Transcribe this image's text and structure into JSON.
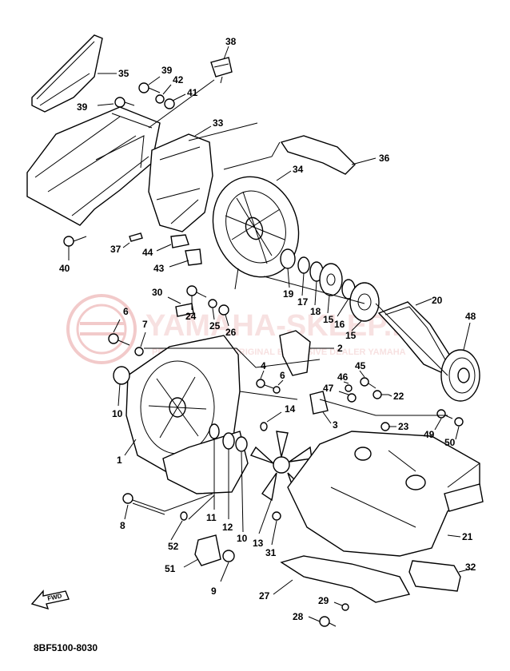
{
  "watermark": {
    "brand": "YAMAHA-SKLEP.PL",
    "tagline": "PRODUCTS FROM ORIGINAL EXCLUSIVE DEALER YAMAHA",
    "color": "#e8a0a0"
  },
  "fwd_label": "FWD",
  "diagram_code": "8BF5100-8030",
  "callouts": [
    {
      "id": "38",
      "text": "38"
    },
    {
      "id": "35",
      "text": "35"
    },
    {
      "id": "39a",
      "text": "39"
    },
    {
      "id": "42",
      "text": "42"
    },
    {
      "id": "41",
      "text": "41"
    },
    {
      "id": "39b",
      "text": "39"
    },
    {
      "id": "33",
      "text": "33"
    },
    {
      "id": "36",
      "text": "36"
    },
    {
      "id": "34",
      "text": "34"
    },
    {
      "id": "40",
      "text": "40"
    },
    {
      "id": "37",
      "text": "37"
    },
    {
      "id": "44",
      "text": "44"
    },
    {
      "id": "43",
      "text": "43"
    },
    {
      "id": "19",
      "text": "19"
    },
    {
      "id": "17",
      "text": "17"
    },
    {
      "id": "18",
      "text": "18"
    },
    {
      "id": "15a",
      "text": "15"
    },
    {
      "id": "16",
      "text": "16"
    },
    {
      "id": "15b",
      "text": "15"
    },
    {
      "id": "20",
      "text": "20"
    },
    {
      "id": "48",
      "text": "48"
    },
    {
      "id": "30",
      "text": "30"
    },
    {
      "id": "24",
      "text": "24"
    },
    {
      "id": "25",
      "text": "25"
    },
    {
      "id": "26",
      "text": "26"
    },
    {
      "id": "6a",
      "text": "6"
    },
    {
      "id": "7",
      "text": "7"
    },
    {
      "id": "2",
      "text": "2"
    },
    {
      "id": "4",
      "text": "4"
    },
    {
      "id": "6b",
      "text": "6"
    },
    {
      "id": "46",
      "text": "46"
    },
    {
      "id": "45",
      "text": "45"
    },
    {
      "id": "47",
      "text": "47"
    },
    {
      "id": "22",
      "text": "22"
    },
    {
      "id": "10a",
      "text": "10"
    },
    {
      "id": "14",
      "text": "14"
    },
    {
      "id": "3",
      "text": "3"
    },
    {
      "id": "23",
      "text": "23"
    },
    {
      "id": "49",
      "text": "49"
    },
    {
      "id": "50",
      "text": "50"
    },
    {
      "id": "1",
      "text": "1"
    },
    {
      "id": "8",
      "text": "8"
    },
    {
      "id": "11",
      "text": "11"
    },
    {
      "id": "12",
      "text": "12"
    },
    {
      "id": "10b",
      "text": "10"
    },
    {
      "id": "13",
      "text": "13"
    },
    {
      "id": "21",
      "text": "21"
    },
    {
      "id": "52",
      "text": "52"
    },
    {
      "id": "31",
      "text": "31"
    },
    {
      "id": "51",
      "text": "51"
    },
    {
      "id": "9",
      "text": "9"
    },
    {
      "id": "32",
      "text": "32"
    },
    {
      "id": "27",
      "text": "27"
    },
    {
      "id": "29",
      "text": "29"
    },
    {
      "id": "28",
      "text": "28"
    }
  ]
}
